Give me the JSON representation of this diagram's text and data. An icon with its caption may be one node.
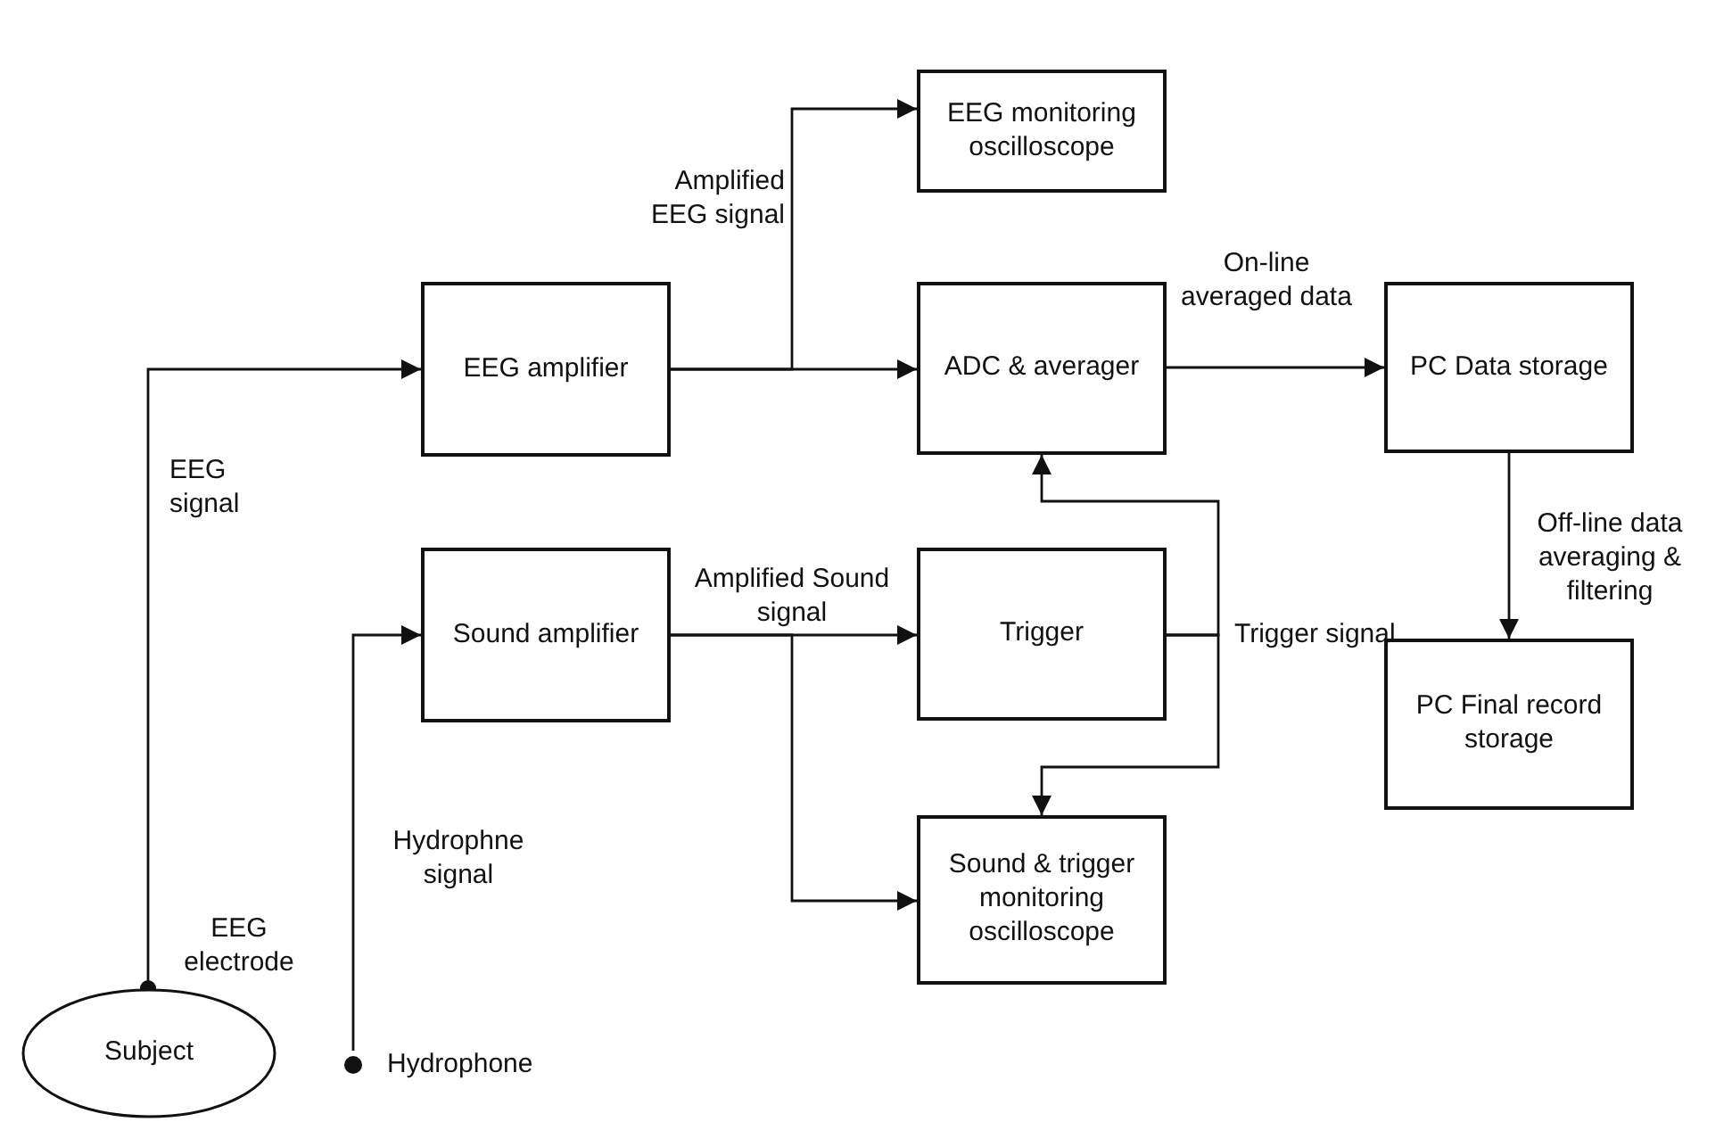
{
  "diagram": {
    "nodes": [
      {
        "text": [
          "EEG monitoring oscilloscope"
        ]
      },
      {
        "text": [
          "EEG amplifier"
        ]
      },
      {
        "text": [
          "ADC & averager"
        ]
      },
      {
        "text": [
          "PC Data storage"
        ]
      },
      {
        "text": [
          "Sound amplifier"
        ]
      },
      {
        "text": [
          "Trigger"
        ]
      },
      {
        "text": [
          "PC Final record storage"
        ]
      },
      {
        "text": [
          "Sound & trigger monitoring oscilloscope"
        ]
      },
      {
        "text": [
          "Subject"
        ]
      },
      {
        "text": [
          "Hydrophone"
        ]
      }
    ],
    "edges": [
      {
        "from": 8,
        "to": 1,
        "arrow": "to",
        "label": "EEG signal"
      },
      {
        "from": 9,
        "to": 4,
        "arrow": "to",
        "label": "Hydrophne signal"
      },
      {
        "from": 1,
        "to": 2,
        "arrow": "to"
      },
      {
        "from": 1,
        "to": 0,
        "arrow": "to",
        "label": "Amplified EEG signal"
      },
      {
        "from": 2,
        "to": 3,
        "arrow": "to",
        "label": "On-line averaged data"
      },
      {
        "from": 4,
        "to": 5,
        "arrow": "to",
        "label": "Amplified Sound signal"
      },
      {
        "from": 4,
        "to": 7,
        "arrow": "to"
      },
      {
        "from": 5,
        "to": 2,
        "arrow": "to",
        "label": "Trigger signal"
      },
      {
        "from": 5,
        "to": 7,
        "arrow": "to"
      },
      {
        "from": 3,
        "to": 6,
        "arrow": "to",
        "label": "Off-line data averaging & filtering"
      }
    ],
    "labels": [
      "EEG electrode"
    ]
  }
}
